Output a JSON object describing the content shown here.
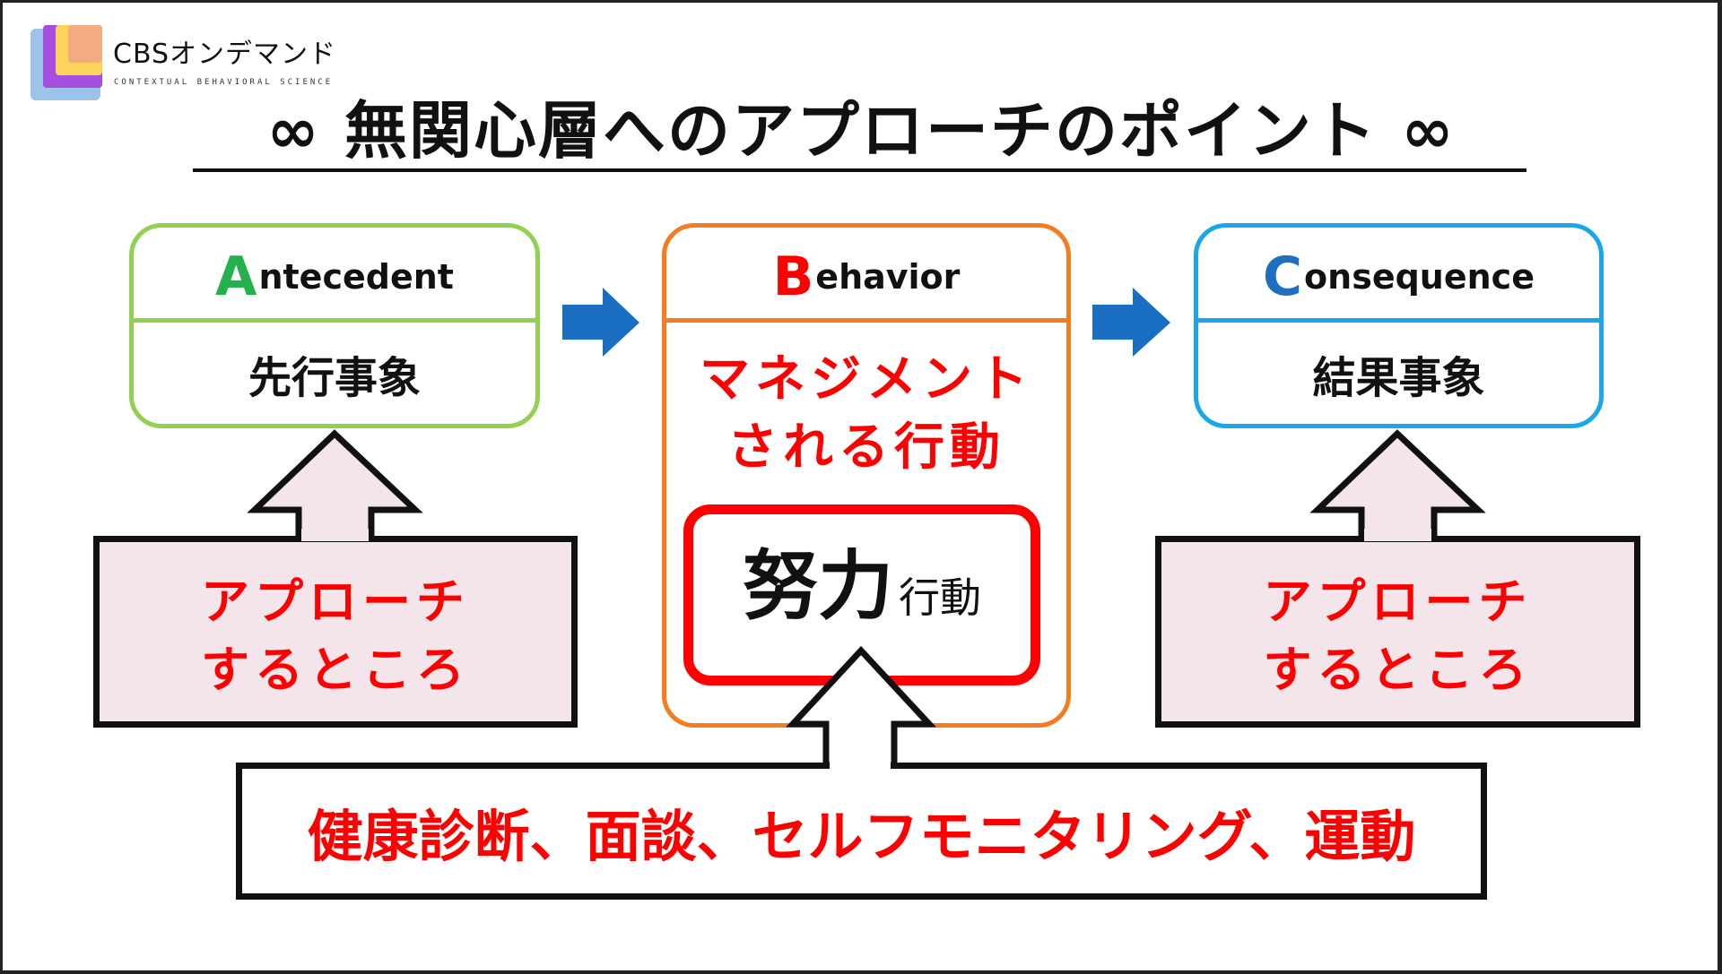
{
  "logo": {
    "title": "CBSオンデマンド",
    "subtitle": "CONTEXTUAL BEHAVIORAL SCIENCE"
  },
  "title": "∞ 無関心層へのアプローチのポイント ∞",
  "antecedent": {
    "initial": "A",
    "rest": "ntecedent",
    "label": "先行事象",
    "color": "#92d050",
    "initial_color": "#22b14c"
  },
  "behavior": {
    "initial": "B",
    "rest": "ehavior",
    "line1": "マネジメント",
    "line2": "される行動",
    "effort_big": "努力",
    "effort_small": "行動",
    "color": "#f57c1f",
    "initial_color": "#ff0000"
  },
  "consequence": {
    "initial": "C",
    "rest": "onsequence",
    "label": "結果事象",
    "color": "#1aa7e8",
    "initial_color": "#1e6fc0"
  },
  "approach_left": {
    "line1": "アプローチ",
    "line2": "するところ"
  },
  "approach_right": {
    "line1": "アプローチ",
    "line2": "するところ"
  },
  "bottom_text": "健康診断、面談、セルフモニタリング、運動",
  "arrow_color": "#1a6fc2"
}
